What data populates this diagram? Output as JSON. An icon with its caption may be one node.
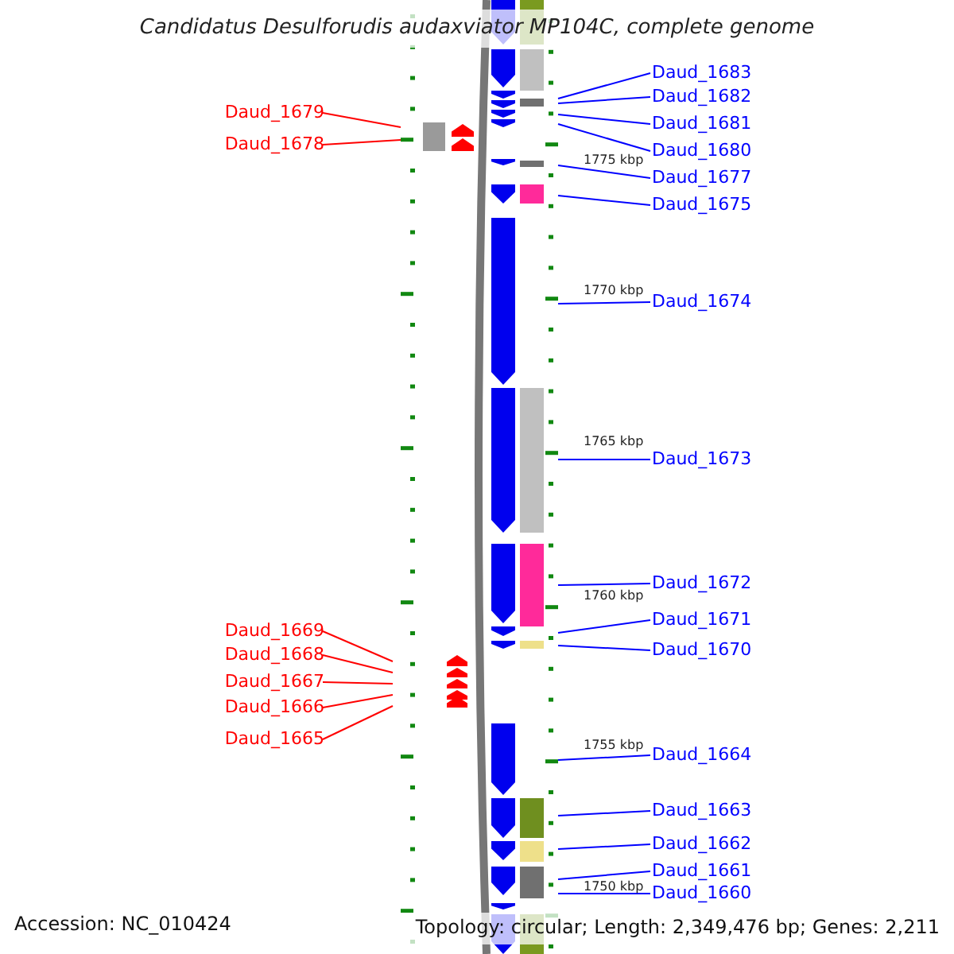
{
  "diagram": {
    "title": "Candidatus Desulforudis audaxviator MP104C, complete genome",
    "nodes": [
      {
        "text": [
          "Daud_1683"
        ]
      },
      {
        "text": [
          "Daud_1682"
        ]
      },
      {
        "text": [
          "Daud_1679"
        ]
      },
      {
        "text": [
          "Daud_1681"
        ]
      },
      {
        "text": [
          "Daud_1678"
        ]
      },
      {
        "text": [
          "Daud_1680"
        ]
      },
      {
        "text": [
          "Daud_1677"
        ]
      },
      {
        "text": [
          "Daud_1675"
        ]
      },
      {
        "text": [
          "Daud_1674"
        ]
      },
      {
        "text": [
          "Daud_1673"
        ]
      },
      {
        "text": [
          "Daud_1672"
        ]
      },
      {
        "text": [
          "Daud_1671"
        ]
      },
      {
        "text": [
          "Daud_1669"
        ]
      },
      {
        "text": [
          "Daud_1670"
        ]
      },
      {
        "text": [
          "Daud_1668"
        ]
      },
      {
        "text": [
          "Daud_1667"
        ]
      },
      {
        "text": [
          "Daud_1666"
        ]
      },
      {
        "text": [
          "Daud_1665"
        ]
      },
      {
        "text": [
          "Daud_1664"
        ]
      },
      {
        "text": [
          "Daud_1663"
        ]
      },
      {
        "text": [
          "Daud_1662"
        ]
      },
      {
        "text": [
          "Daud_1661"
        ]
      },
      {
        "text": [
          "Daud_1660"
        ]
      }
    ],
    "edges": [
      {
        "from": 0,
        "to": null,
        "arrow": "none"
      },
      {
        "from": 1,
        "to": null,
        "arrow": "none"
      },
      {
        "from": 2,
        "to": null,
        "arrow": "none",
        "color": "#ff0000"
      },
      {
        "from": 3,
        "to": null,
        "arrow": "none"
      },
      {
        "from": 4,
        "to": null,
        "arrow": "none",
        "color": "#ff0000"
      },
      {
        "from": 5,
        "to": null,
        "arrow": "none"
      },
      {
        "from": 6,
        "to": null,
        "arrow": "none"
      },
      {
        "from": 7,
        "to": null,
        "arrow": "none"
      },
      {
        "from": 8,
        "to": null,
        "arrow": "none"
      },
      {
        "from": 9,
        "to": null,
        "arrow": "none"
      },
      {
        "from": 10,
        "to": null,
        "arrow": "none"
      },
      {
        "from": 11,
        "to": null,
        "arrow": "none"
      },
      {
        "from": 12,
        "to": null,
        "arrow": "none",
        "color": "#ff0000"
      },
      {
        "from": 13,
        "to": null,
        "arrow": "none"
      },
      {
        "from": 14,
        "to": null,
        "arrow": "none",
        "color": "#ff0000"
      },
      {
        "from": 15,
        "to": null,
        "arrow": "none",
        "color": "#ff0000"
      },
      {
        "from": 16,
        "to": null,
        "arrow": "none",
        "color": "#ff0000"
      },
      {
        "from": 17,
        "to": null,
        "arrow": "none",
        "color": "#ff0000"
      },
      {
        "from": 18,
        "to": null,
        "arrow": "none"
      },
      {
        "from": 19,
        "to": null,
        "arrow": "none"
      },
      {
        "from": 20,
        "to": null,
        "arrow": "none"
      },
      {
        "from": 21,
        "to": null,
        "arrow": "none"
      },
      {
        "from": 22,
        "to": null,
        "arrow": "none"
      }
    ],
    "labels": [
      "1775 kbp",
      "1770 kbp",
      "1765 kbp",
      "1760 kbp",
      "1755 kbp",
      "1750 kbp",
      "Accession: NC_010424",
      "Topology: circular; Length: 2,349,476 bp; Genes: 2,211"
    ]
  }
}
